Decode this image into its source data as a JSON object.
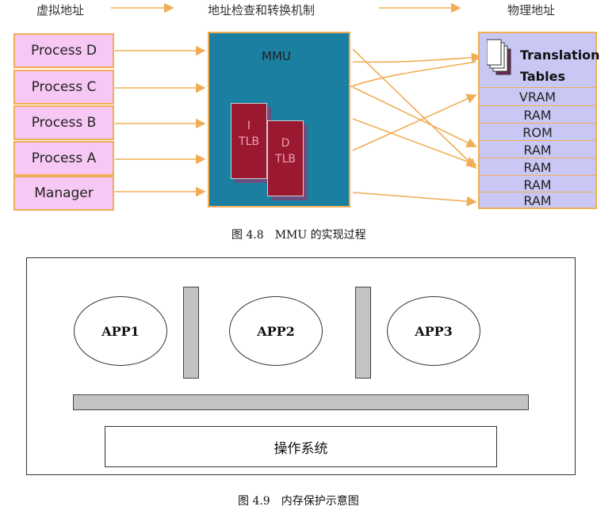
{
  "fig48": {
    "headers": {
      "virtual": "虚拟地址",
      "check": "地址检查和转换机制",
      "physical": "物理地址"
    },
    "processes": [
      "Process D",
      "Process C",
      "Process B",
      "Process A",
      "Manager"
    ],
    "mmu_label": "MMU",
    "tlb_i": {
      "line1": "I",
      "line2": "TLB"
    },
    "tlb_d": {
      "line1": "D",
      "line2": "TLB"
    },
    "translation_tables": {
      "line1": "Translation",
      "line2": "Tables"
    },
    "memory": [
      "VRAM",
      "RAM",
      "ROM",
      "RAM",
      "RAM",
      "RAM",
      "RAM"
    ],
    "caption": "图 4.8　MMU 的实现过程",
    "colors": {
      "process_fill": "#f6c8f3",
      "border": "#f0ad55",
      "mmu_fill": "#1a7fa0",
      "tlb_fill": "#9a1830",
      "phys_fill": "#c9c8f4",
      "arrow": "#f0ad55"
    }
  },
  "fig49": {
    "apps": [
      "APP1",
      "APP2",
      "APP3"
    ],
    "os_label": "操作系统",
    "caption": "图 4.9　内存保护示意图",
    "colors": {
      "pillar_fill": "#c3c3c3"
    }
  }
}
